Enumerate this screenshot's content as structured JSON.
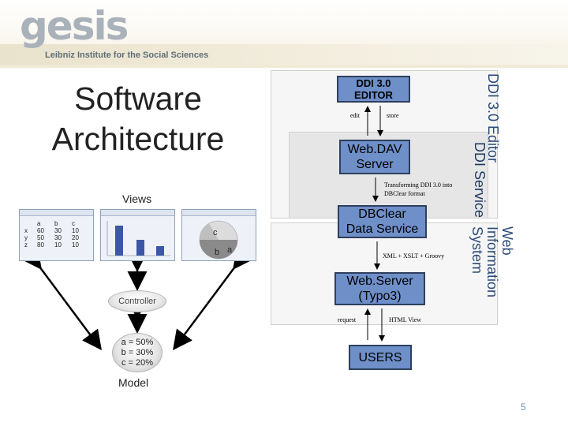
{
  "header": {
    "logo_text": "gesis",
    "logo_subtitle": "Leibniz Institute for the Social Sciences"
  },
  "slide": {
    "title_line1": "Software",
    "title_line2": "Architecture",
    "page_number": "5"
  },
  "mvc": {
    "views_label": "Views",
    "controller_label": "Controller",
    "model_label": "Model",
    "model_values": [
      "a = 50%",
      "b = 30%",
      "c = 20%"
    ],
    "table_headers": [
      "",
      "a",
      "b",
      "c"
    ],
    "table_rows": [
      [
        "x",
        "60",
        "30",
        "10"
      ],
      [
        "y",
        "50",
        "30",
        "20"
      ],
      [
        "z",
        "80",
        "10",
        "10"
      ]
    ],
    "pie_labels": [
      "c",
      "b",
      "a"
    ]
  },
  "architecture": {
    "ddi_editor_region": "DDI 3.0 Editor",
    "web_info_region_line1": "Web Information",
    "web_info_region_line2": "System",
    "ddi_service_label": "DDI Service",
    "editor_box_line1": "DDI 3.0",
    "editor_box_line2": "EDITOR",
    "edit_label": "edit",
    "store_label": "store",
    "webdav_line1": "Web.DAV",
    "webdav_line2": "Server",
    "transform_line1": "Transforming DDI 3.0 into",
    "transform_line2": "DBClear format",
    "dbclear_line1": "DBClear",
    "dbclear_line2": "Data Service",
    "xml_label": "XML + XSLT + Groovy",
    "webserver_line1": "Web.Server",
    "webserver_line2": "(Typo3)",
    "request_label": "request",
    "html_label": "HTML View",
    "users_label": "USERS"
  },
  "colors": {
    "box_fill": "#6e8fc8",
    "box_border": "#2f3f5e",
    "region_label": "#1f3a64"
  }
}
